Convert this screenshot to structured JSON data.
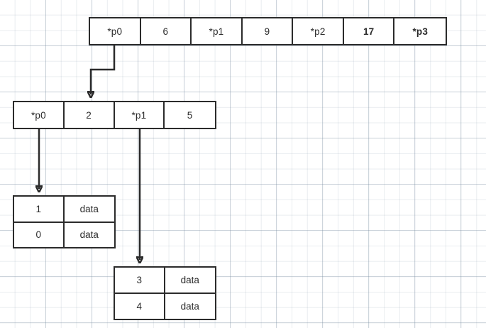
{
  "diagram": {
    "title": "Linked pointer structure diagram",
    "line_color": "#2b2b2b",
    "background_color": "#ffffff",
    "grid_color": "#dfe4ea",
    "nodes": {
      "top": {
        "name": "top-pointer-row",
        "cells": [
          {
            "label": "*p0",
            "bold": false
          },
          {
            "label": "6",
            "bold": false
          },
          {
            "label": "*p1",
            "bold": false
          },
          {
            "label": "9",
            "bold": false
          },
          {
            "label": "*p2",
            "bold": false
          },
          {
            "label": "17",
            "bold": true
          },
          {
            "label": "*p3",
            "bold": true
          }
        ]
      },
      "second": {
        "name": "second-pointer-row",
        "cells": [
          {
            "label": "*p0",
            "bold": false
          },
          {
            "label": "2",
            "bold": false
          },
          {
            "label": "*p1",
            "bold": false
          },
          {
            "label": "5",
            "bold": false
          }
        ]
      },
      "table_left": {
        "name": "left-data-table",
        "rows": [
          {
            "key": "1",
            "value": "data"
          },
          {
            "key": "0",
            "value": "data"
          }
        ]
      },
      "table_bottom": {
        "name": "bottom-data-table",
        "rows": [
          {
            "key": "3",
            "value": "data"
          },
          {
            "key": "4",
            "value": "data"
          }
        ]
      }
    },
    "connectors": [
      {
        "name": "arrow-top-p0-to-second-row",
        "from": "top.cells.0",
        "to": "second",
        "shape": "elbow"
      },
      {
        "name": "arrow-second-p0-to-left-table",
        "from": "second.cells.0",
        "to": "table_left",
        "shape": "straight"
      },
      {
        "name": "arrow-second-p1-to-bottom-table",
        "from": "second.cells.2",
        "to": "table_bottom",
        "shape": "straight"
      }
    ]
  }
}
